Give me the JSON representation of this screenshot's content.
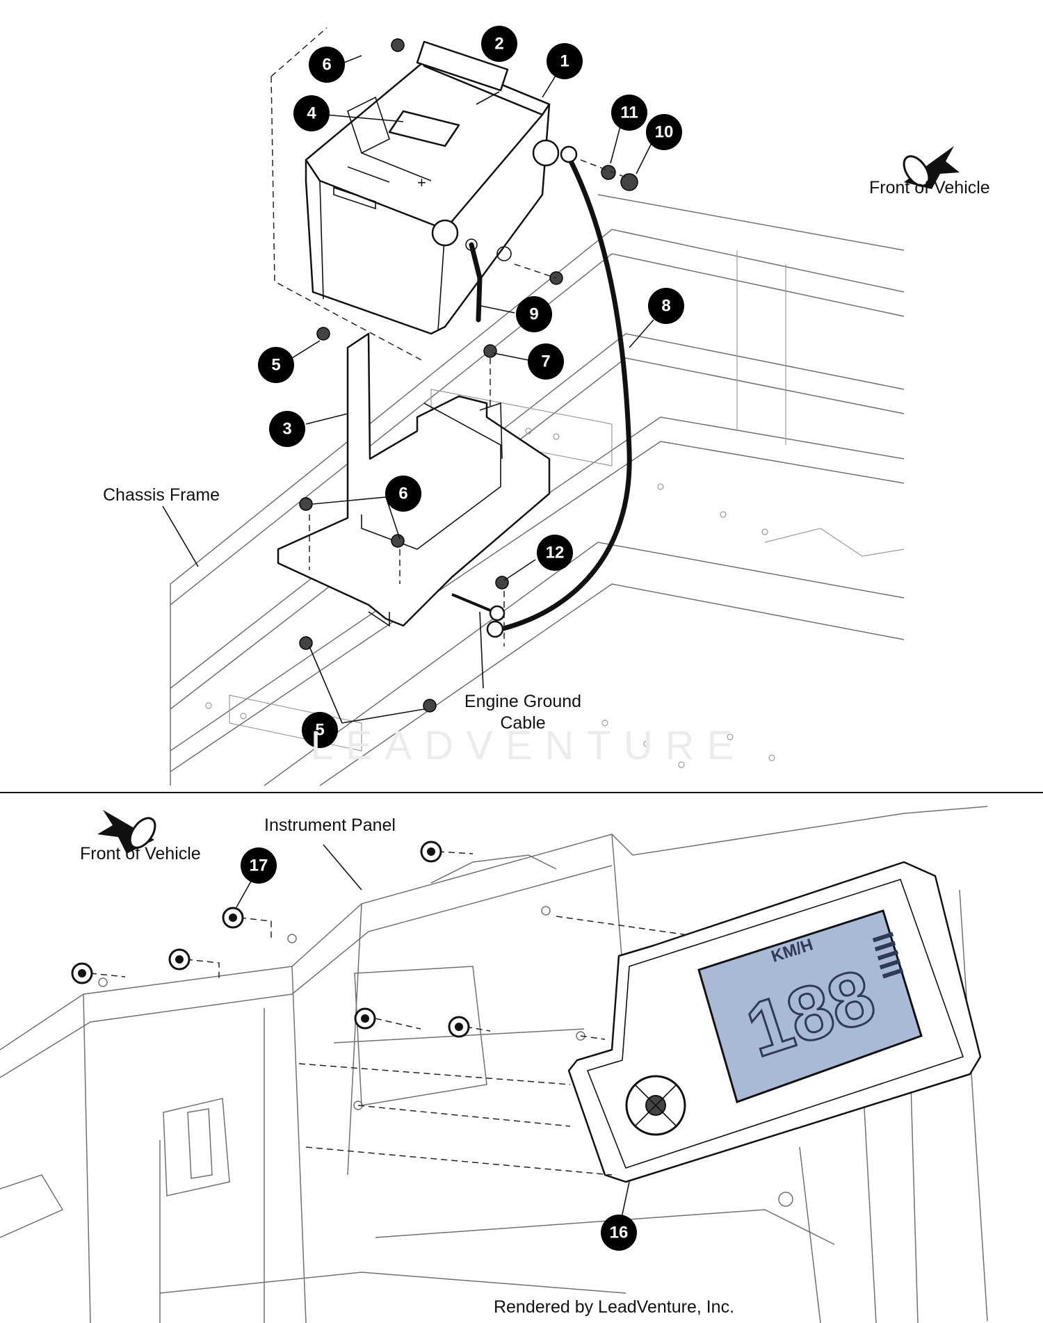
{
  "top_diagram": {
    "labels": {
      "front_of_vehicle": "Front of Vehicle",
      "chassis_frame": "Chassis Frame",
      "engine_ground_cable_line1": "Engine Ground",
      "engine_ground_cable_line2": "Cable"
    },
    "callouts": [
      "1",
      "2",
      "3",
      "4",
      "5",
      "5",
      "6",
      "6",
      "7",
      "8",
      "9",
      "10",
      "11",
      "12"
    ]
  },
  "bottom_diagram": {
    "labels": {
      "front_of_vehicle": "Front of Vehicle",
      "instrument_panel": "Instrument Panel"
    },
    "callouts": [
      "16",
      "17"
    ],
    "display": {
      "speed_digits": "188",
      "unit_text": "KM/H"
    }
  },
  "watermark": "LEADVENTURE",
  "footer": "Rendered by LeadVenture, Inc."
}
